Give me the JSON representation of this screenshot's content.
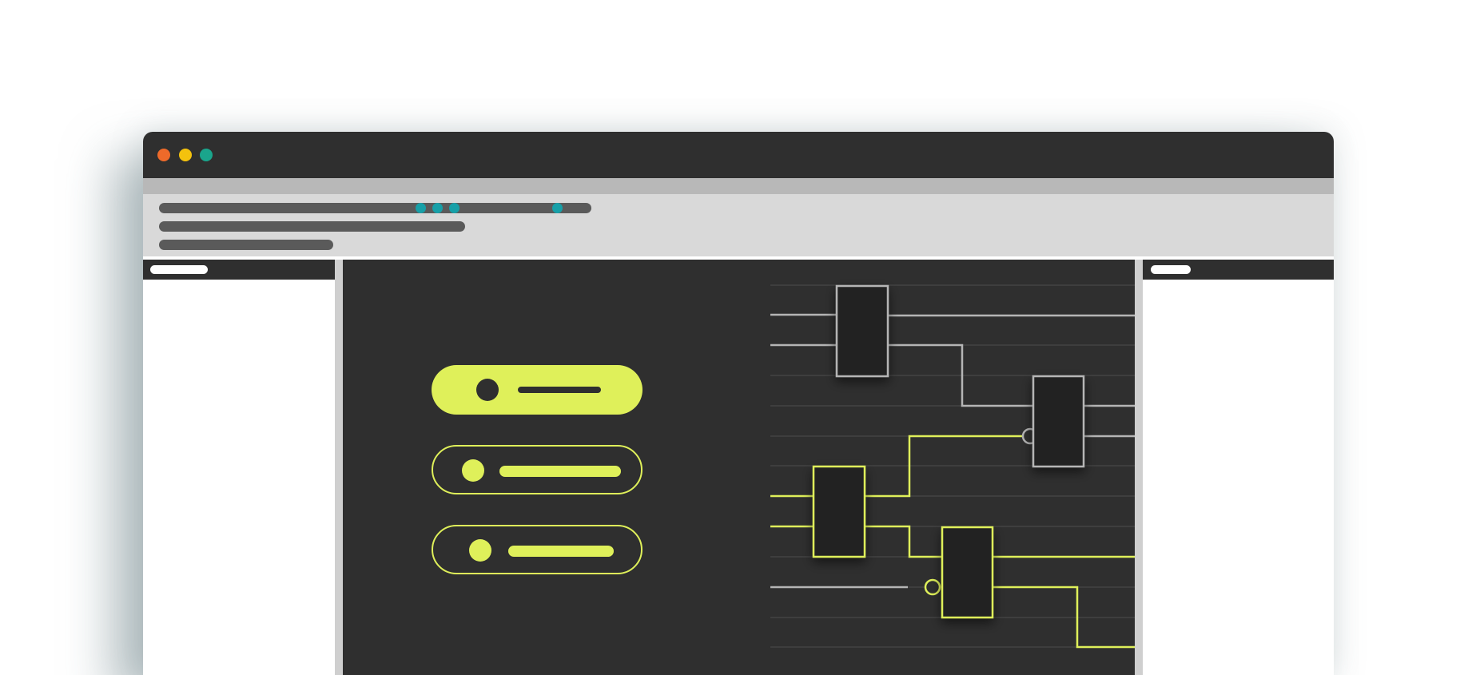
{
  "theme": {
    "accent": "#dff05a",
    "dark": "#2f2f2f",
    "block_fill": "#222222",
    "wire_gray": "#b5b5b5",
    "toolbar_bar": "#5a5a5a",
    "teal": "#17a0a8",
    "traffic": {
      "close": "#ee6a2a",
      "minimize": "#f4c20d",
      "zoom": "#1aa58c"
    }
  },
  "window": {
    "controls": [
      "close-icon",
      "minimize-icon",
      "zoom-icon"
    ]
  },
  "options": [
    {
      "state": "selected",
      "icon": "radio-dot-icon"
    },
    {
      "state": "unselected",
      "icon": "radio-dot-icon"
    },
    {
      "state": "unselected",
      "icon": "radio-dot-icon"
    }
  ],
  "circuit": {
    "blocks": [
      {
        "name": "block-1",
        "color": "gray"
      },
      {
        "name": "block-2",
        "color": "gray"
      },
      {
        "name": "block-3",
        "color": "accent"
      },
      {
        "name": "block-4",
        "color": "accent"
      }
    ]
  }
}
